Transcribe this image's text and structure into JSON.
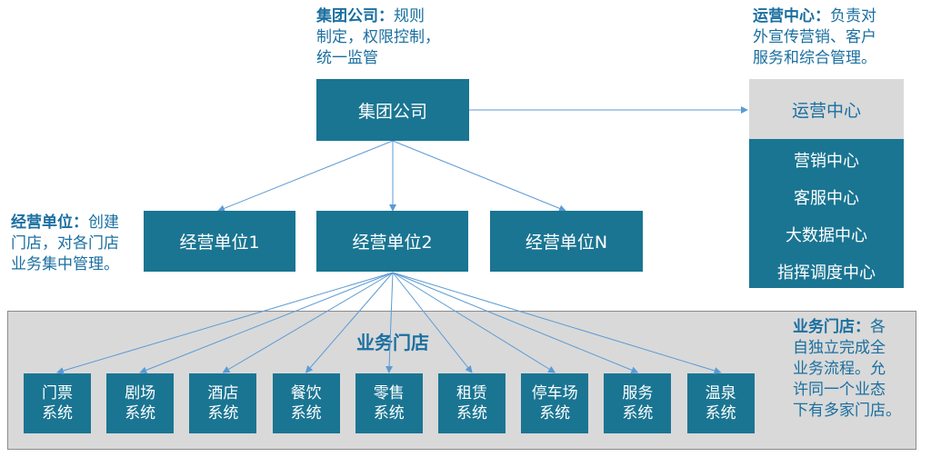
{
  "group_note": {
    "title": "集团公司",
    "colon": "：",
    "line1_rest": "规则",
    "line2": "制定，权限控制，",
    "line3": "统一监管"
  },
  "ops_note": {
    "title": "运营中心",
    "colon": "：",
    "line1_rest": "负责对",
    "line2": "外宣传营销、客户",
    "line3": "服务和综合管理。"
  },
  "unit_note": {
    "title": "经营单位",
    "colon": "：",
    "line1_rest": "创建",
    "line2": "门店，对各门店",
    "line3": "业务集中管理。"
  },
  "store_note": {
    "title": "业务门店",
    "colon": "：",
    "line1_rest": "各",
    "line2": "自独立完成全",
    "line3": "业务流程。允",
    "line4": "许同一个业态",
    "line5": "下有多家门店。"
  },
  "group_box": "集团公司",
  "units": [
    "经营单位1",
    "经营单位2",
    "经营单位N"
  ],
  "ops_center": {
    "header": "运营中心",
    "items": [
      "营销中心",
      "客服中心",
      "大数据中心",
      "指挥调度中心"
    ]
  },
  "store_area_title": "业务门店",
  "systems": [
    {
      "l1": "门票",
      "l2": "系统"
    },
    {
      "l1": "剧场",
      "l2": "系统"
    },
    {
      "l1": "酒店",
      "l2": "系统"
    },
    {
      "l1": "餐饮",
      "l2": "系统"
    },
    {
      "l1": "零售",
      "l2": "系统"
    },
    {
      "l1": "租赁",
      "l2": "系统"
    },
    {
      "l1": "停车场",
      "l2": "系统"
    },
    {
      "l1": "服务",
      "l2": "系统"
    },
    {
      "l1": "温泉",
      "l2": "系统"
    }
  ],
  "colors": {
    "box": "#1a7592",
    "text": "#1a6fa0",
    "gray": "#d9d9d9",
    "line": "#5b9bd5"
  }
}
